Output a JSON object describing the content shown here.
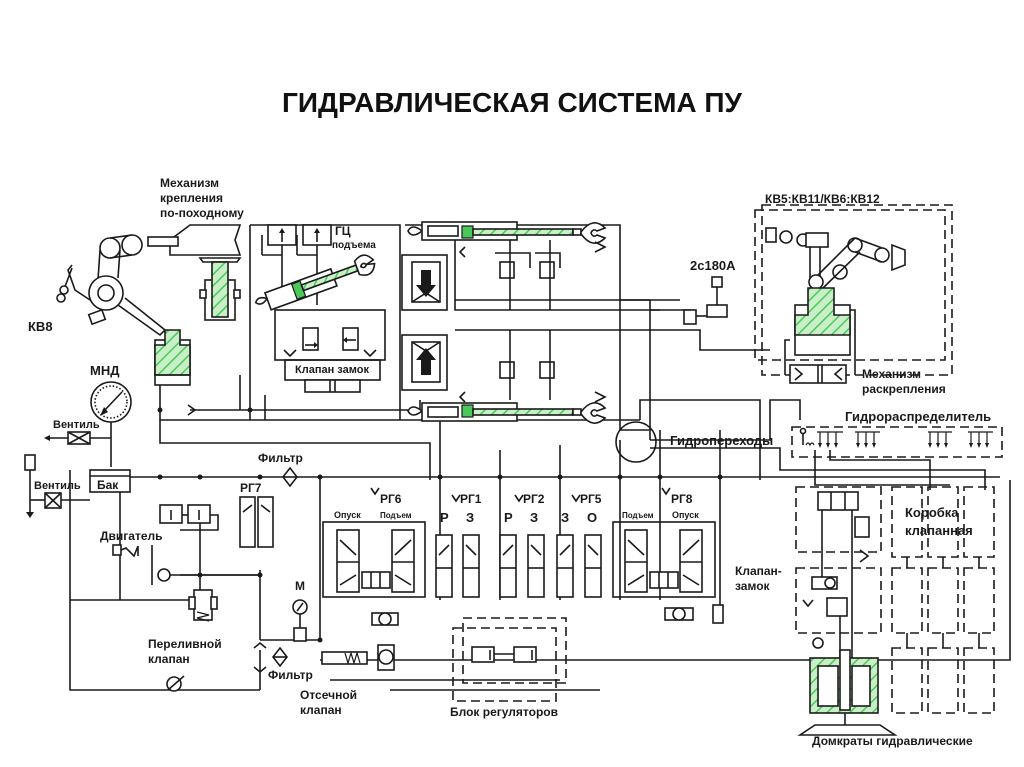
{
  "title": "ГИДРАВЛИЧЕСКАЯ СИСТЕМА ПУ",
  "colors": {
    "line": "#1a1a1a",
    "hatch_green": "#4cc85a",
    "hatch_bg": "#c8efc8",
    "background": "#ffffff"
  },
  "labels": {
    "mech_travel_1": "Механизм",
    "mech_travel_2": "крепления",
    "mech_travel_3": "по-походному",
    "kv8": "КВ8",
    "gc_1": "ГЦ",
    "gc_2": "подъема",
    "valve_lock": "Клапан замок",
    "kv_group": "КВ5:КВ11/КВ6:КВ12",
    "sensor": "2с180А",
    "mech_release_1": "Механизм",
    "mech_release_2": "раскрепления",
    "mnd": "МНД",
    "ventil_top": "Вентиль",
    "ventil_left": "Вентиль",
    "tank": "Бак",
    "filter_top": "Фильтр",
    "engine": "Двигатель",
    "overflow_1": "Переливной",
    "overflow_2": "клапан",
    "manometer": "М",
    "filter_bottom": "Фильтр",
    "cutoff_1": "Отсечной",
    "cutoff_2": "клапан",
    "reg_block": "Блок регуляторов",
    "hydro_transitions": "Гидропереходы",
    "distributor": "Гидрораспределитель",
    "valve_box_1": "Коробка",
    "valve_box_2": "клапанная",
    "valve_lock_right_1": "Клапан-",
    "valve_lock_right_2": "замок",
    "jacks": "Домкраты гидравлические",
    "rg7": "РГ7",
    "rg6": "РГ6",
    "rg6_left": "Опуск",
    "rg6_right": "Подъем",
    "rg1": "РГ1",
    "rg1_left": "Р",
    "rg1_right": "З",
    "rg2": "РГ2",
    "rg2_left": "Р",
    "rg2_right": "З",
    "rg5": "РГ5",
    "rg5_left": "З",
    "rg5_right": "О",
    "rg8": "РГ8",
    "rg8_left": "Подъем",
    "rg8_right": "Опуск"
  }
}
